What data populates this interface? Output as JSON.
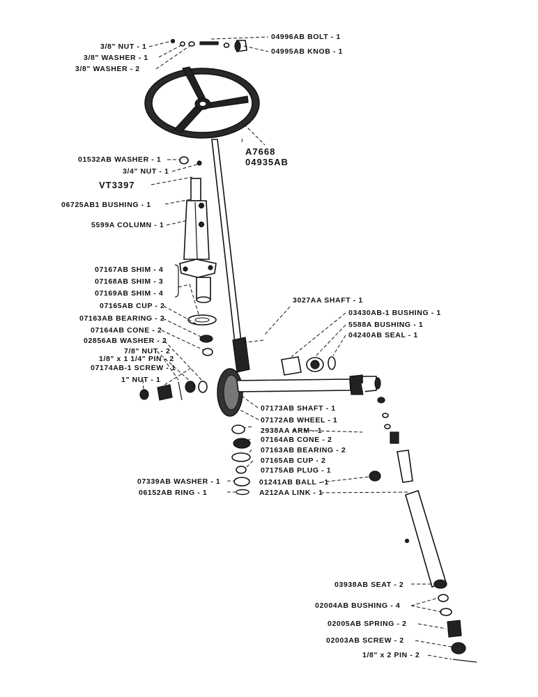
{
  "labels": {
    "nut_38": "3/8\" NUT - 1",
    "washer_38_1": "3/8\" WASHER - 1",
    "washer_38_2": "3/8\" WASHER - 2",
    "bolt": "04996AB  BOLT - 1",
    "knob": "04995AB  KNOB - 1",
    "wheel_code1": "A7668",
    "wheel_code2": "04935AB",
    "washer_01532": "01532AB  WASHER - 1",
    "nut_34": "3/4\" NUT - 1",
    "vt3397": "VT3397",
    "bushing_06725": "06725AB1  BUSHING - 1",
    "column": "5599A  COLUMN - 1",
    "shim_07167": "07167AB  SHIM - 4",
    "shim_07168": "07168AB  SHIM - 3",
    "shim_07169": "07169AB  SHIM - 4",
    "cup_07165_top": "07165AB  CUP - 2",
    "bearing_07163_top": "07163AB  BEARING - 2",
    "cone_07164_top": "07164AB  CONE - 2",
    "washer_02856": "02856AB  WASHER - 2",
    "nut_78": "7/8\" NUT - 2",
    "pin_116": "1/8\" x 1 1/4\" PIN - 2",
    "screw_07174": "07174AB-1  SCREW - 1",
    "nut_1": "1\" NUT - 1",
    "shaft_3027": "3027AA  SHAFT - 1",
    "bushing_03430": "03430AB-1  BUSHING - 1",
    "bushing_5588": "5588A  BUSHING - 1",
    "seal_04240": "04240AB  SEAL - 1",
    "shaft_07173": "07173AB  SHAFT - 1",
    "wheel_07172": "07172AB  WHEEL - 1",
    "arm_2938": "2938AA  ARM - 1",
    "cone_07164_bot": "07164AB  CONE - 2",
    "bearing_07163_bot": "07163AB  BEARING - 2",
    "cup_07165_bot": "07165AB  CUP - 2",
    "plug_07175": "07175AB  PLUG - 1",
    "washer_07339": "07339AB  WASHER - 1",
    "ring_06152": "06152AB  RING - 1",
    "ball_01241": "01241AB  BALL - 1",
    "link_a212": "A212AA  LINK - 1",
    "seat_03938": "03938AB  SEAT - 2",
    "bushing_02004": "02004AB  BUSHING - 4",
    "spring_02005": "02005AB  SPRING - 2",
    "screw_02003": "02003AB  SCREW - 2",
    "pin_18x2": "1/8\" x 2  PIN - 2"
  }
}
